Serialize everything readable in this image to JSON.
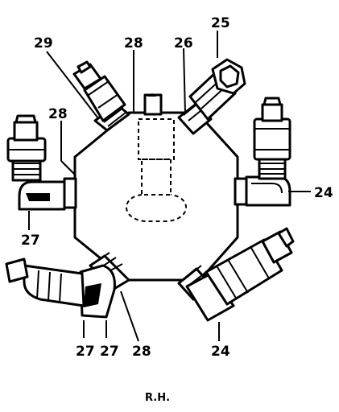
{
  "diagram": {
    "callouts": {
      "c29": "29",
      "c28_top": "28",
      "c26": "26",
      "c25": "25",
      "c28_left": "28",
      "c24_right": "24",
      "c27_left": "27",
      "c27_bottom_a": "27",
      "c27_bottom_b": "27",
      "c28_bottom": "28",
      "c24_bottom": "24"
    },
    "caption": "R.H."
  }
}
